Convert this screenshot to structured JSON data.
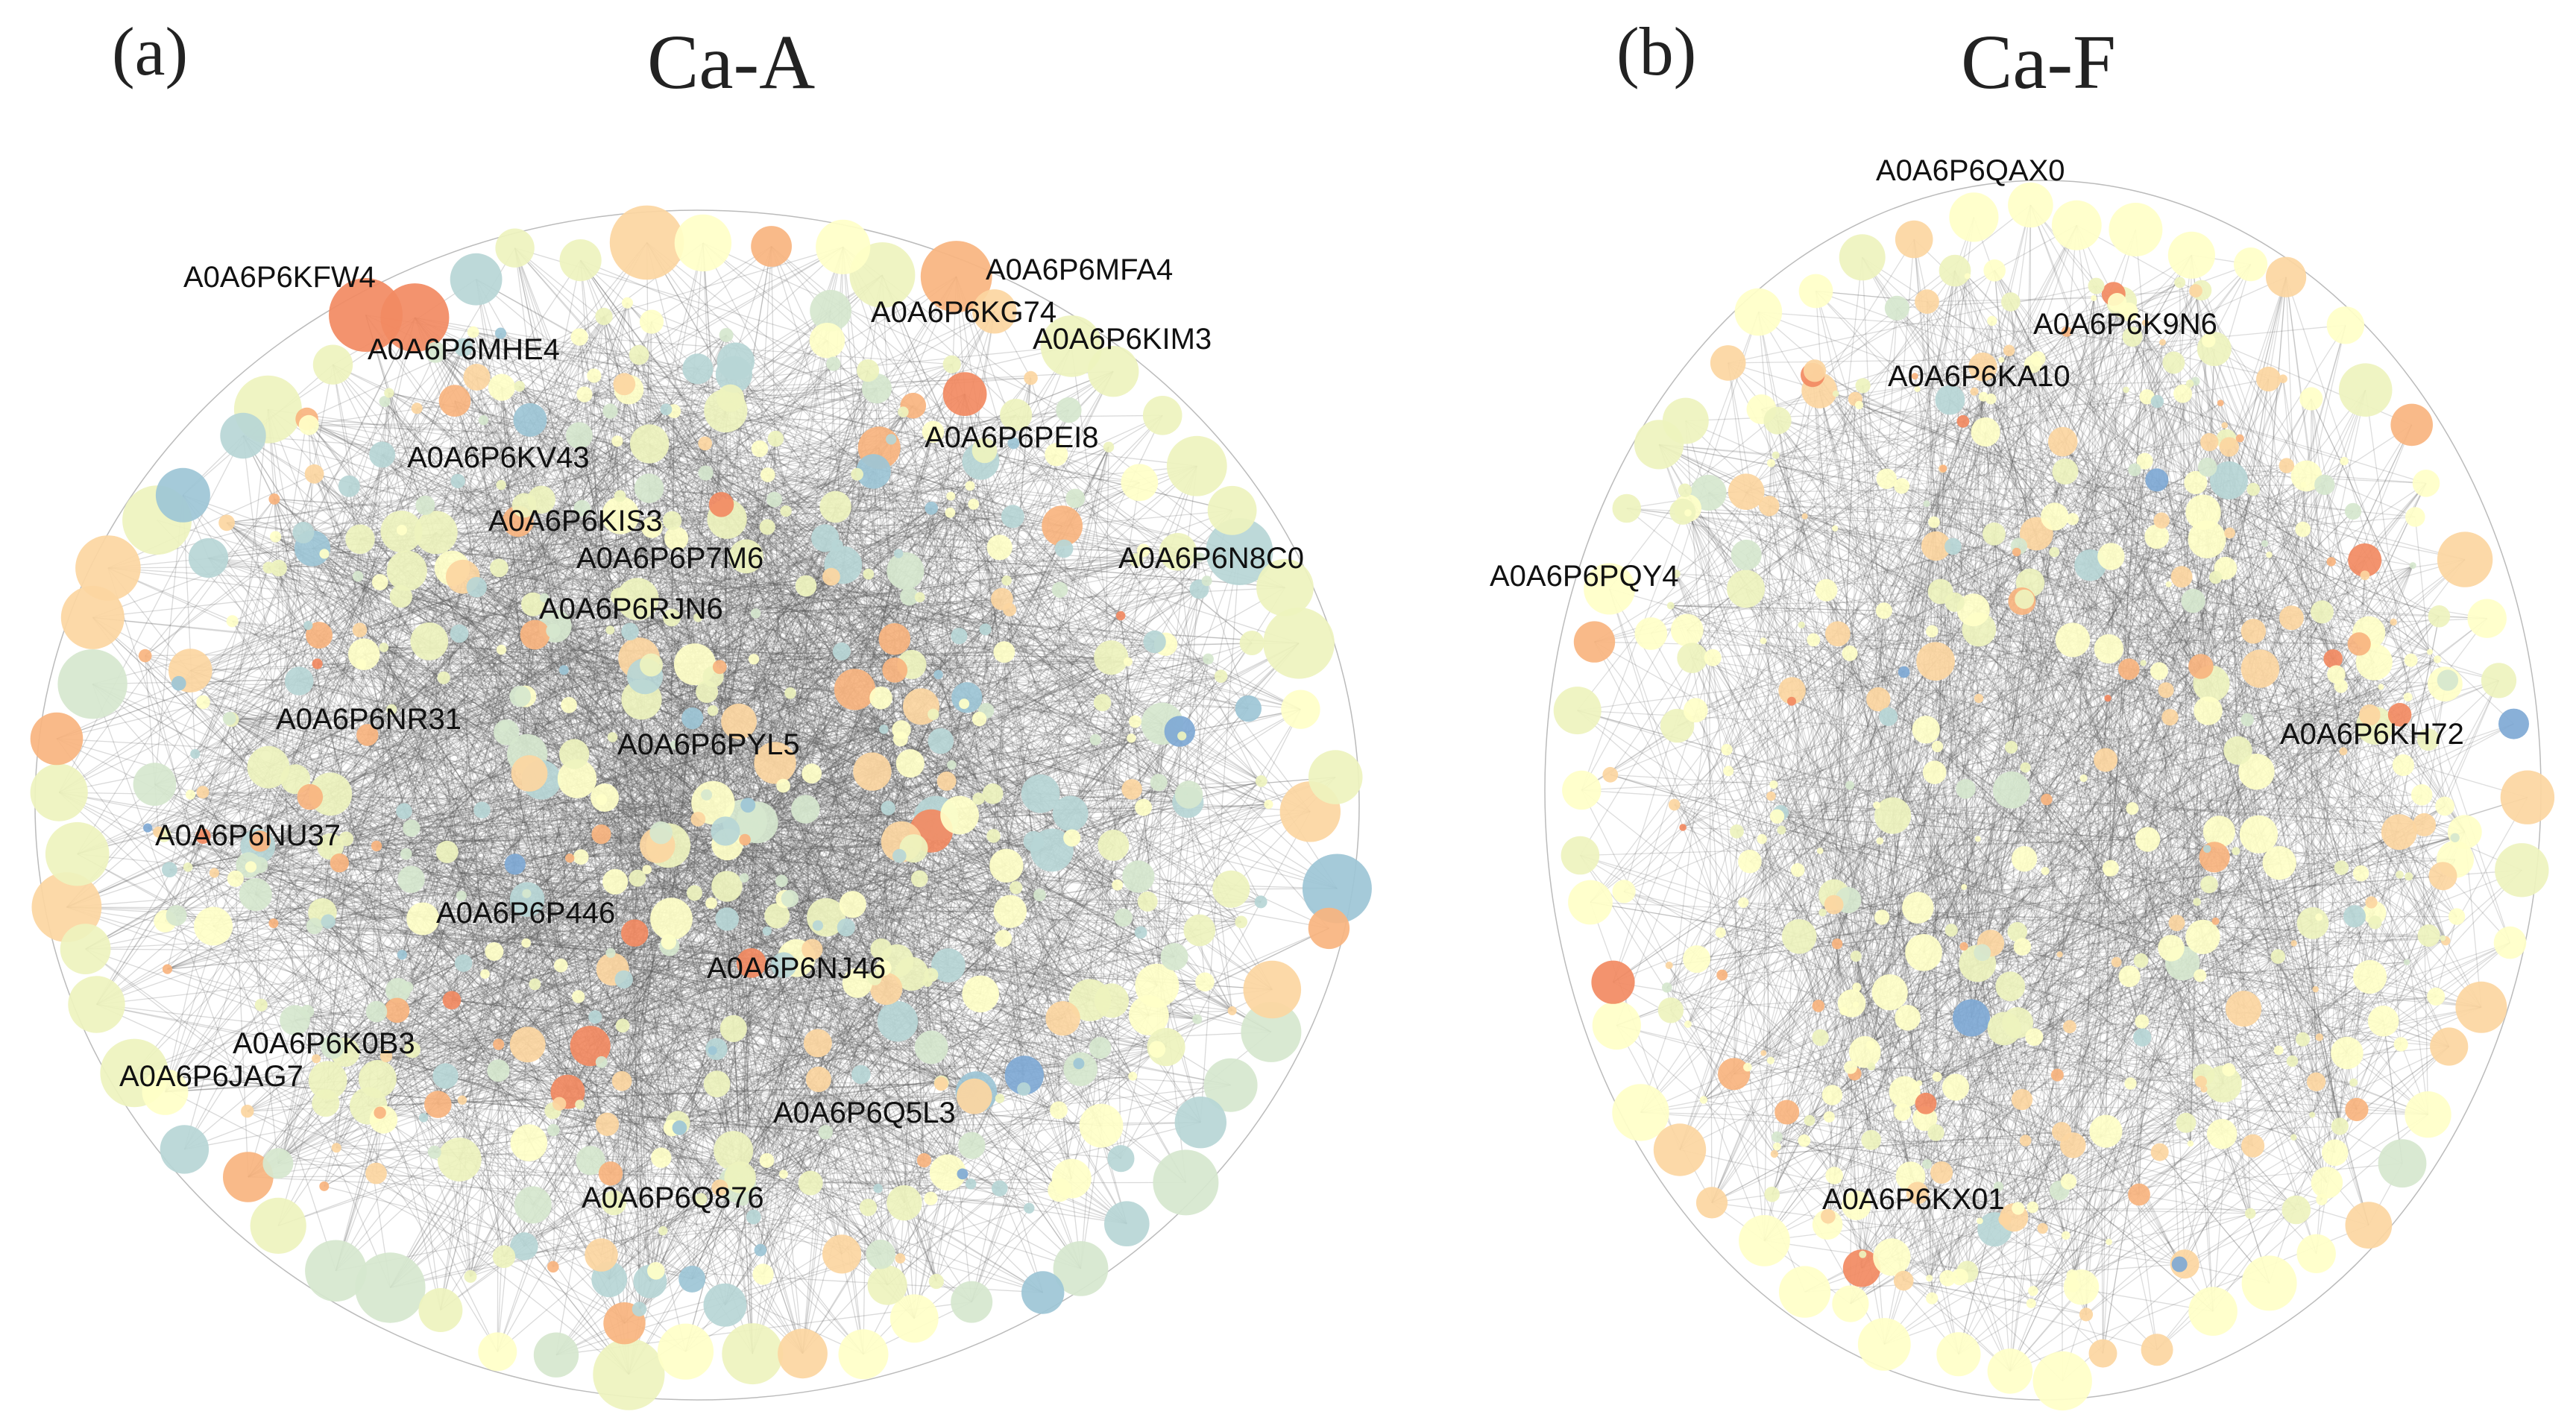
{
  "panels": [
    {
      "id": "a",
      "letter": "(a)",
      "title": "Ca-A",
      "labels": [
        "A0A6P6KFW4",
        "A0A6P6MHE4",
        "A0A6P6KV43",
        "A0A6P6KIS3",
        "A0A6P6P7M6",
        "A0A6P6RJN6",
        "A0A6P6NR31",
        "A0A6P6PYL5",
        "A0A6P6NU37",
        "A0A6P6P446",
        "A0A6P6NJ46",
        "A0A6P6K0B3",
        "A0A6P6JAG7",
        "A0A6P6Q5L3",
        "A0A6P6Q876",
        "A0A6P6MFA4",
        "A0A6P6KG74",
        "A0A6P6KIM3",
        "A0A6P6PEI8",
        "A0A6P6N8C0"
      ]
    },
    {
      "id": "b",
      "letter": "(b)",
      "title": "Ca-F",
      "labels": [
        "A0A6P6QAX0",
        "A0A6P6K9N6",
        "A0A6P6KA10",
        "A0A6P6PQY4",
        "A0A6P6KH72",
        "A0A6P6KX01"
      ]
    }
  ],
  "palette": {
    "light_yellow": "#FFFFC8",
    "yellow_green": "#EEF3BE",
    "pale_green": "#D6E7CE",
    "teal_gray": "#B7D6D6",
    "blue_gray": "#9DC6D6",
    "blue": "#7FA9D5",
    "light_orange": "#FCD6A1",
    "orange": "#F9B47F",
    "red_orange": "#F28A62",
    "edge": "#555555"
  }
}
